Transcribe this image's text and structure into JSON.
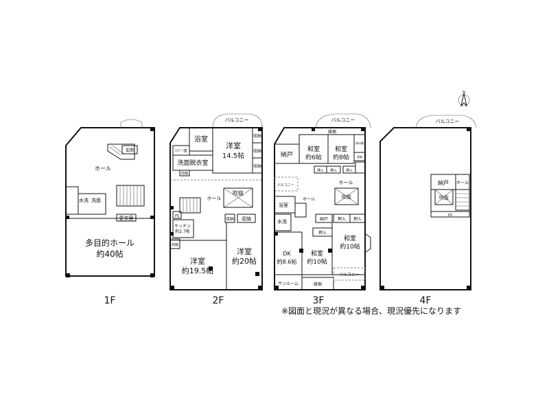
{
  "floors": [
    {
      "label": "1F",
      "rooms": {
        "hall": "ホール",
        "genkan": "玄関",
        "mizuarai": "水洗",
        "senmen": "洗面",
        "koui": "更衣室",
        "tamokuteki": "多目的ホール",
        "tamokuteki_size": "約40帖"
      }
    },
    {
      "label": "2F",
      "rooms": {
        "balcony": "バルコニー",
        "yokushitsu": "浴室",
        "yoshitsu_a": "洋室",
        "yoshitsu_a_size": "14.5帖",
        "shuno1": "収納",
        "shuno2": "収納",
        "shuno3": "収納",
        "dryer": "ｴｲｼﾞﾝ室",
        "senmen_datsui": "洗面脱衣室",
        "shuno_small": "収納",
        "hall": "ホール",
        "fukinuke": "吹抜",
        "ps": "PS",
        "shuno_mid": "収納",
        "shuno_mid2": "収納",
        "kitchen": "キッチン",
        "kitchen_size": "約2.7帖",
        "shuno_k": "収納",
        "yoshitsu_b": "洋室",
        "yoshitsu_b_size": "約19.5帖",
        "yoshitsu_c": "洋室",
        "yoshitsu_c_size": "約20帖"
      }
    },
    {
      "label": "3F",
      "rooms": {
        "balcony": "バルコニー",
        "engawa_top": "縁側",
        "nando": "納戸",
        "washitsu_a": "和室",
        "washitsu_a_size": "約6帖",
        "washitsu_b": "和室",
        "washitsu_b_size": "約8帖",
        "toko": "床の間",
        "shuno": "収納",
        "oshiire1": "押入",
        "oshiire2": "押入",
        "oshiire3": "押入",
        "balcony_left": "バルコニー",
        "hall_top": "ホール",
        "hall_left": "ホール",
        "fukinuke": "吹抜",
        "yokushitsu": "浴室",
        "mizuarai": "水洗",
        "nando_mid": "納戸",
        "oshiire_mid1": "押入",
        "oshiire_mid2": "押入",
        "oshiire_mid3": "押入",
        "washitsu_c": "和室",
        "washitsu_c_size": "約10帖",
        "dk": "DK",
        "dk_size": "約8.6帖",
        "washitsu_d": "和室",
        "washitsu_d_size": "約10帖",
        "sunroom": "サンルーム",
        "engawa_bottom": "縁側",
        "balcony_bottom": "バルコニー"
      }
    },
    {
      "label": "4F",
      "rooms": {
        "balcony": "バルコニー",
        "nando": "納戸",
        "hall": "ホール",
        "fukinuke": "吹抜",
        "ps": "PS"
      }
    }
  ],
  "north_label": "N",
  "note": "※図面と現況が異なる場合、現況優先になります"
}
